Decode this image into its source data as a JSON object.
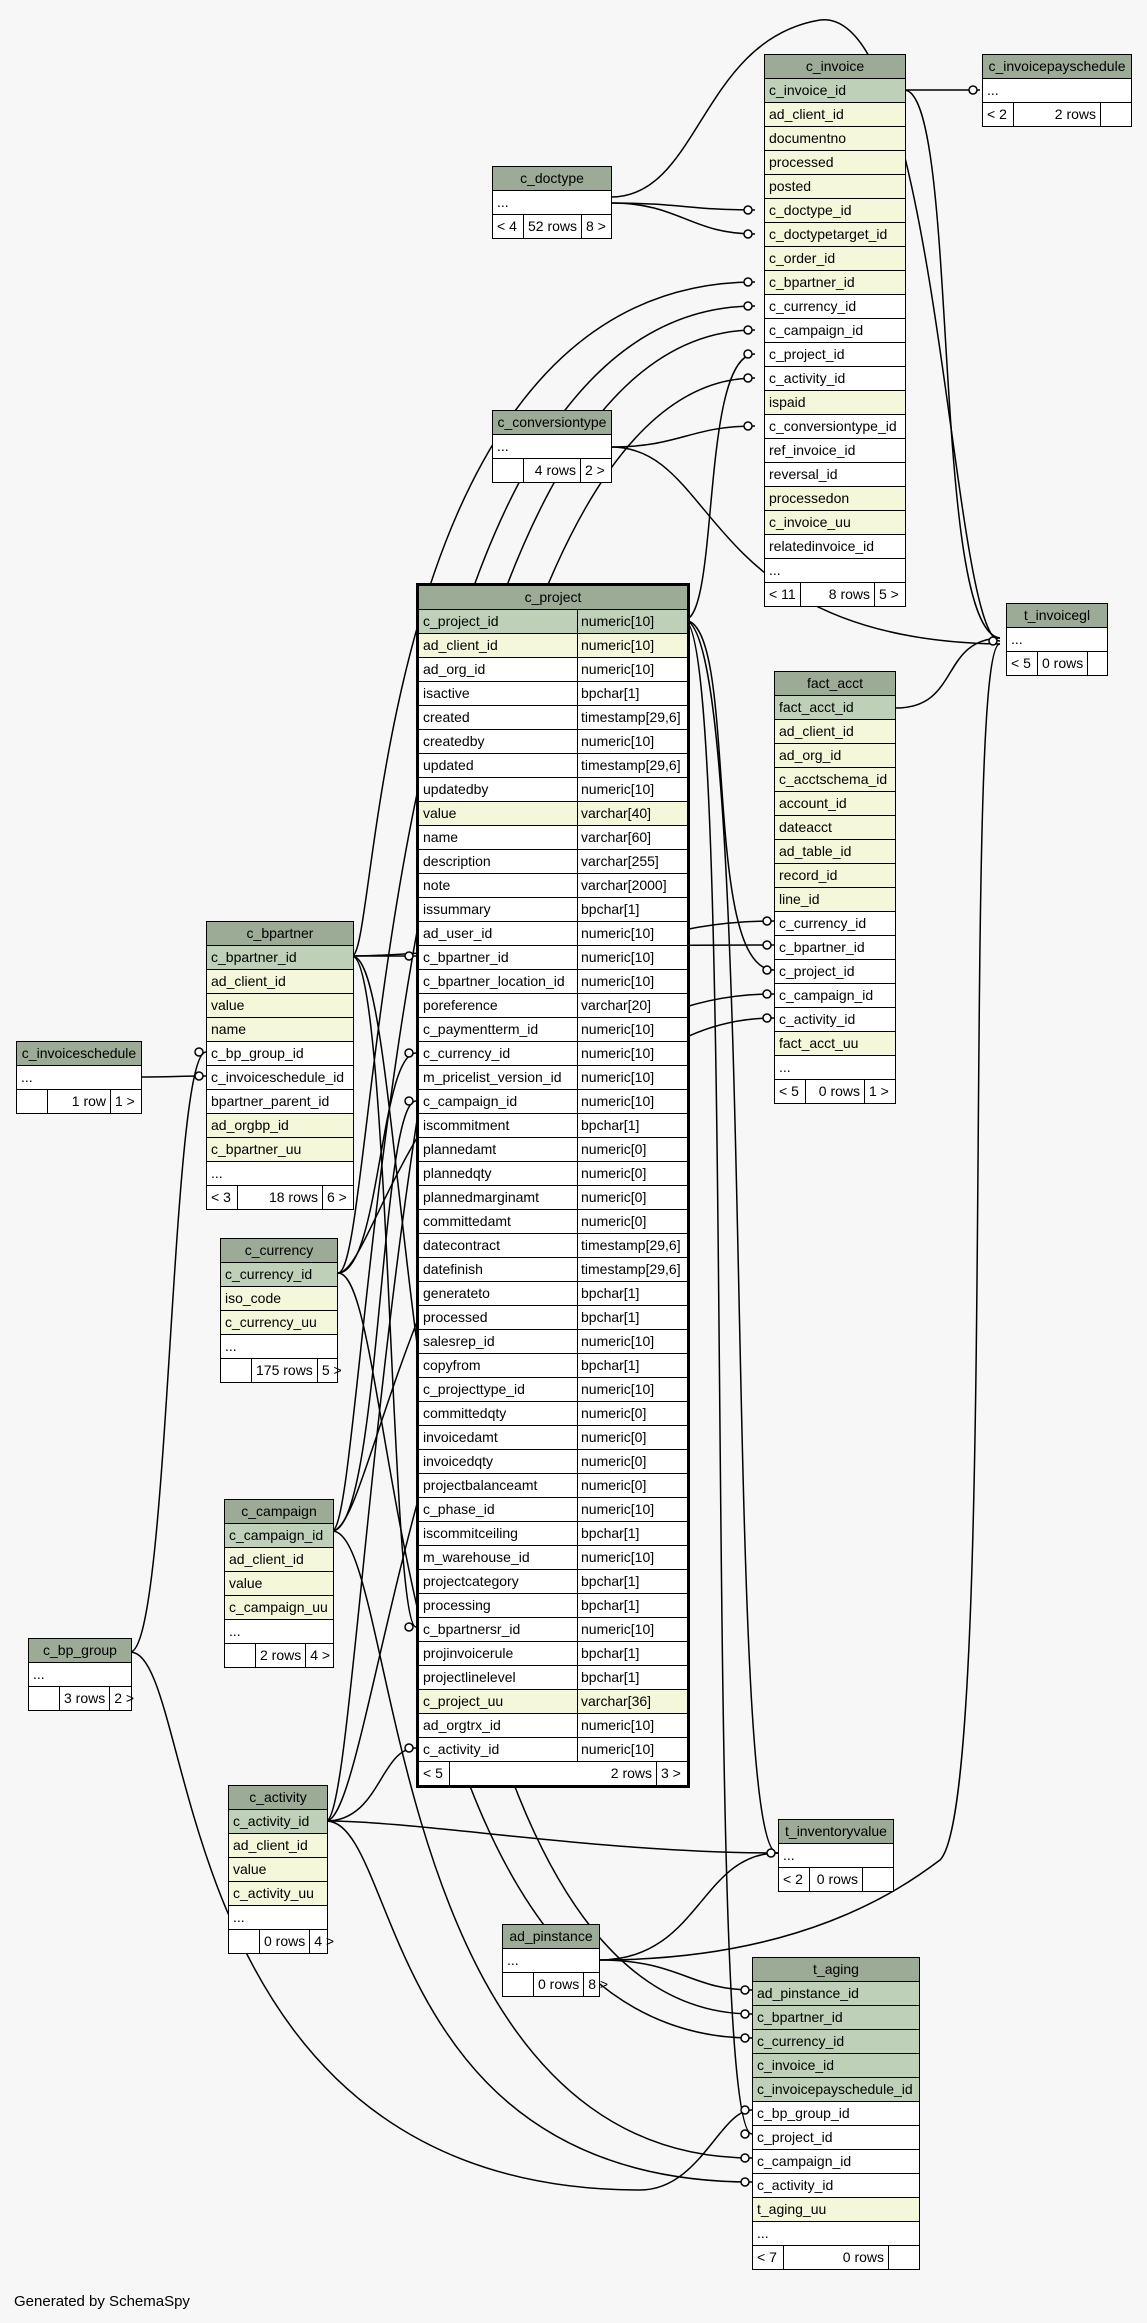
{
  "footer": "Generated by SchemaSpy",
  "colors": {
    "header": "#9bab96",
    "primary_key": "#bed1b8",
    "indexed": "#f4f7da",
    "plain": "#ffffff",
    "background": "#f7f7f7"
  },
  "tables": [
    {
      "id": "c_invoice",
      "name": "c_invoice",
      "columns": [
        {
          "name": "c_invoice_id",
          "kind": "pk"
        },
        {
          "name": "ad_client_id",
          "kind": "idx"
        },
        {
          "name": "documentno",
          "kind": "idx"
        },
        {
          "name": "processed",
          "kind": "idx"
        },
        {
          "name": "posted",
          "kind": "idx"
        },
        {
          "name": "c_doctype_id",
          "kind": "idx"
        },
        {
          "name": "c_doctypetarget_id",
          "kind": "idx"
        },
        {
          "name": "c_order_id",
          "kind": "idx"
        },
        {
          "name": "c_bpartner_id",
          "kind": "idx"
        },
        {
          "name": "c_currency_id",
          "kind": "plain"
        },
        {
          "name": "c_campaign_id",
          "kind": "plain"
        },
        {
          "name": "c_project_id",
          "kind": "plain"
        },
        {
          "name": "c_activity_id",
          "kind": "plain"
        },
        {
          "name": "ispaid",
          "kind": "idx"
        },
        {
          "name": "c_conversiontype_id",
          "kind": "plain"
        },
        {
          "name": "ref_invoice_id",
          "kind": "plain"
        },
        {
          "name": "reversal_id",
          "kind": "plain"
        },
        {
          "name": "processedon",
          "kind": "idx"
        },
        {
          "name": "c_invoice_uu",
          "kind": "idx"
        },
        {
          "name": "relatedinvoice_id",
          "kind": "plain"
        },
        {
          "name": "...",
          "kind": "plain"
        }
      ],
      "footer": [
        "< 11",
        "8 rows",
        "5 >"
      ]
    },
    {
      "id": "c_invoicepayschedule",
      "name": "c_invoicepayschedule",
      "columns": [
        {
          "name": "...",
          "kind": "plain"
        }
      ],
      "footer": [
        "< 2",
        "2 rows",
        ""
      ]
    },
    {
      "id": "c_doctype",
      "name": "c_doctype",
      "columns": [
        {
          "name": "...",
          "kind": "plain"
        }
      ],
      "footer": [
        "< 4",
        "52 rows",
        "8 >"
      ]
    },
    {
      "id": "c_conversiontype",
      "name": "c_conversiontype",
      "columns": [
        {
          "name": "...",
          "kind": "plain"
        }
      ],
      "footer": [
        "",
        "4 rows",
        "2 >"
      ]
    },
    {
      "id": "t_invoicegl",
      "name": "t_invoicegl",
      "columns": [
        {
          "name": "...",
          "kind": "plain"
        }
      ],
      "footer": [
        "< 5",
        "0 rows",
        ""
      ]
    },
    {
      "id": "fact_acct",
      "name": "fact_acct",
      "columns": [
        {
          "name": "fact_acct_id",
          "kind": "pk"
        },
        {
          "name": "ad_client_id",
          "kind": "idx"
        },
        {
          "name": "ad_org_id",
          "kind": "idx"
        },
        {
          "name": "c_acctschema_id",
          "kind": "idx"
        },
        {
          "name": "account_id",
          "kind": "idx"
        },
        {
          "name": "dateacct",
          "kind": "idx"
        },
        {
          "name": "ad_table_id",
          "kind": "idx"
        },
        {
          "name": "record_id",
          "kind": "idx"
        },
        {
          "name": "line_id",
          "kind": "idx"
        },
        {
          "name": "c_currency_id",
          "kind": "plain"
        },
        {
          "name": "c_bpartner_id",
          "kind": "plain"
        },
        {
          "name": "c_project_id",
          "kind": "plain"
        },
        {
          "name": "c_campaign_id",
          "kind": "plain"
        },
        {
          "name": "c_activity_id",
          "kind": "plain"
        },
        {
          "name": "fact_acct_uu",
          "kind": "idx"
        },
        {
          "name": "...",
          "kind": "plain"
        }
      ],
      "footer": [
        "< 5",
        "0 rows",
        "1 >"
      ]
    },
    {
      "id": "c_project",
      "name": "c_project",
      "main": true,
      "columns": [
        {
          "name": "c_project_id",
          "type": "numeric[10]",
          "kind": "pk"
        },
        {
          "name": "ad_client_id",
          "type": "numeric[10]",
          "kind": "idx"
        },
        {
          "name": "ad_org_id",
          "type": "numeric[10]",
          "kind": "plain"
        },
        {
          "name": "isactive",
          "type": "bpchar[1]",
          "kind": "plain"
        },
        {
          "name": "created",
          "type": "timestamp[29,6]",
          "kind": "plain"
        },
        {
          "name": "createdby",
          "type": "numeric[10]",
          "kind": "plain"
        },
        {
          "name": "updated",
          "type": "timestamp[29,6]",
          "kind": "plain"
        },
        {
          "name": "updatedby",
          "type": "numeric[10]",
          "kind": "plain"
        },
        {
          "name": "value",
          "type": "varchar[40]",
          "kind": "idx"
        },
        {
          "name": "name",
          "type": "varchar[60]",
          "kind": "plain"
        },
        {
          "name": "description",
          "type": "varchar[255]",
          "kind": "plain"
        },
        {
          "name": "note",
          "type": "varchar[2000]",
          "kind": "plain"
        },
        {
          "name": "issummary",
          "type": "bpchar[1]",
          "kind": "plain"
        },
        {
          "name": "ad_user_id",
          "type": "numeric[10]",
          "kind": "plain"
        },
        {
          "name": "c_bpartner_id",
          "type": "numeric[10]",
          "kind": "plain"
        },
        {
          "name": "c_bpartner_location_id",
          "type": "numeric[10]",
          "kind": "plain"
        },
        {
          "name": "poreference",
          "type": "varchar[20]",
          "kind": "plain"
        },
        {
          "name": "c_paymentterm_id",
          "type": "numeric[10]",
          "kind": "plain"
        },
        {
          "name": "c_currency_id",
          "type": "numeric[10]",
          "kind": "plain"
        },
        {
          "name": "m_pricelist_version_id",
          "type": "numeric[10]",
          "kind": "plain"
        },
        {
          "name": "c_campaign_id",
          "type": "numeric[10]",
          "kind": "plain"
        },
        {
          "name": "iscommitment",
          "type": "bpchar[1]",
          "kind": "plain"
        },
        {
          "name": "plannedamt",
          "type": "numeric[0]",
          "kind": "plain"
        },
        {
          "name": "plannedqty",
          "type": "numeric[0]",
          "kind": "plain"
        },
        {
          "name": "plannedmarginamt",
          "type": "numeric[0]",
          "kind": "plain"
        },
        {
          "name": "committedamt",
          "type": "numeric[0]",
          "kind": "plain"
        },
        {
          "name": "datecontract",
          "type": "timestamp[29,6]",
          "kind": "plain"
        },
        {
          "name": "datefinish",
          "type": "timestamp[29,6]",
          "kind": "plain"
        },
        {
          "name": "generateto",
          "type": "bpchar[1]",
          "kind": "plain"
        },
        {
          "name": "processed",
          "type": "bpchar[1]",
          "kind": "plain"
        },
        {
          "name": "salesrep_id",
          "type": "numeric[10]",
          "kind": "plain"
        },
        {
          "name": "copyfrom",
          "type": "bpchar[1]",
          "kind": "plain"
        },
        {
          "name": "c_projecttype_id",
          "type": "numeric[10]",
          "kind": "plain"
        },
        {
          "name": "committedqty",
          "type": "numeric[0]",
          "kind": "plain"
        },
        {
          "name": "invoicedamt",
          "type": "numeric[0]",
          "kind": "plain"
        },
        {
          "name": "invoicedqty",
          "type": "numeric[0]",
          "kind": "plain"
        },
        {
          "name": "projectbalanceamt",
          "type": "numeric[0]",
          "kind": "plain"
        },
        {
          "name": "c_phase_id",
          "type": "numeric[10]",
          "kind": "plain"
        },
        {
          "name": "iscommitceiling",
          "type": "bpchar[1]",
          "kind": "plain"
        },
        {
          "name": "m_warehouse_id",
          "type": "numeric[10]",
          "kind": "plain"
        },
        {
          "name": "projectcategory",
          "type": "bpchar[1]",
          "kind": "plain"
        },
        {
          "name": "processing",
          "type": "bpchar[1]",
          "kind": "plain"
        },
        {
          "name": "c_bpartnersr_id",
          "type": "numeric[10]",
          "kind": "plain"
        },
        {
          "name": "projinvoicerule",
          "type": "bpchar[1]",
          "kind": "plain"
        },
        {
          "name": "projectlinelevel",
          "type": "bpchar[1]",
          "kind": "plain"
        },
        {
          "name": "c_project_uu",
          "type": "varchar[36]",
          "kind": "idx"
        },
        {
          "name": "ad_orgtrx_id",
          "type": "numeric[10]",
          "kind": "plain"
        },
        {
          "name": "c_activity_id",
          "type": "numeric[10]",
          "kind": "plain"
        }
      ],
      "footer": [
        "< 5",
        "2 rows",
        "3 >"
      ]
    },
    {
      "id": "c_bpartner",
      "name": "c_bpartner",
      "columns": [
        {
          "name": "c_bpartner_id",
          "kind": "pk"
        },
        {
          "name": "ad_client_id",
          "kind": "idx"
        },
        {
          "name": "value",
          "kind": "idx"
        },
        {
          "name": "name",
          "kind": "idx"
        },
        {
          "name": "c_bp_group_id",
          "kind": "plain"
        },
        {
          "name": "c_invoiceschedule_id",
          "kind": "plain"
        },
        {
          "name": "bpartner_parent_id",
          "kind": "plain"
        },
        {
          "name": "ad_orgbp_id",
          "kind": "idx"
        },
        {
          "name": "c_bpartner_uu",
          "kind": "idx"
        },
        {
          "name": "...",
          "kind": "plain"
        }
      ],
      "footer": [
        "< 3",
        "18 rows",
        "6 >"
      ]
    },
    {
      "id": "c_invoiceschedule",
      "name": "c_invoiceschedule",
      "columns": [
        {
          "name": "...",
          "kind": "plain"
        }
      ],
      "footer": [
        "",
        "1 row",
        "1 >"
      ]
    },
    {
      "id": "c_currency",
      "name": "c_currency",
      "columns": [
        {
          "name": "c_currency_id",
          "kind": "pk"
        },
        {
          "name": "iso_code",
          "kind": "idx"
        },
        {
          "name": "c_currency_uu",
          "kind": "idx"
        },
        {
          "name": "...",
          "kind": "plain"
        }
      ],
      "footer": [
        "",
        "175 rows",
        "5 >"
      ]
    },
    {
      "id": "c_campaign",
      "name": "c_campaign",
      "columns": [
        {
          "name": "c_campaign_id",
          "kind": "pk"
        },
        {
          "name": "ad_client_id",
          "kind": "idx"
        },
        {
          "name": "value",
          "kind": "idx"
        },
        {
          "name": "c_campaign_uu",
          "kind": "idx"
        },
        {
          "name": "...",
          "kind": "plain"
        }
      ],
      "footer": [
        "",
        "2 rows",
        "4 >"
      ]
    },
    {
      "id": "c_bp_group",
      "name": "c_bp_group",
      "columns": [
        {
          "name": "...",
          "kind": "plain"
        }
      ],
      "footer": [
        "",
        "3 rows",
        "2 >"
      ]
    },
    {
      "id": "c_activity",
      "name": "c_activity",
      "columns": [
        {
          "name": "c_activity_id",
          "kind": "pk"
        },
        {
          "name": "ad_client_id",
          "kind": "idx"
        },
        {
          "name": "value",
          "kind": "idx"
        },
        {
          "name": "c_activity_uu",
          "kind": "idx"
        },
        {
          "name": "...",
          "kind": "plain"
        }
      ],
      "footer": [
        "",
        "0 rows",
        "4 >"
      ]
    },
    {
      "id": "t_inventoryvalue",
      "name": "t_inventoryvalue",
      "columns": [
        {
          "name": "...",
          "kind": "plain"
        }
      ],
      "footer": [
        "< 2",
        "0 rows",
        ""
      ]
    },
    {
      "id": "ad_pinstance",
      "name": "ad_pinstance",
      "columns": [
        {
          "name": "...",
          "kind": "plain"
        }
      ],
      "footer": [
        "",
        "0 rows",
        "8 >"
      ]
    },
    {
      "id": "t_aging",
      "name": "t_aging",
      "columns": [
        {
          "name": "ad_pinstance_id",
          "kind": "pk"
        },
        {
          "name": "c_bpartner_id",
          "kind": "pk"
        },
        {
          "name": "c_currency_id",
          "kind": "pk"
        },
        {
          "name": "c_invoice_id",
          "kind": "pk"
        },
        {
          "name": "c_invoicepayschedule_id",
          "kind": "pk"
        },
        {
          "name": "c_bp_group_id",
          "kind": "plain"
        },
        {
          "name": "c_project_id",
          "kind": "plain"
        },
        {
          "name": "c_campaign_id",
          "kind": "plain"
        },
        {
          "name": "c_activity_id",
          "kind": "plain"
        },
        {
          "name": "t_aging_uu",
          "kind": "idx"
        },
        {
          "name": "...",
          "kind": "plain"
        }
      ],
      "footer": [
        "< 7",
        "0 rows",
        ""
      ]
    }
  ]
}
